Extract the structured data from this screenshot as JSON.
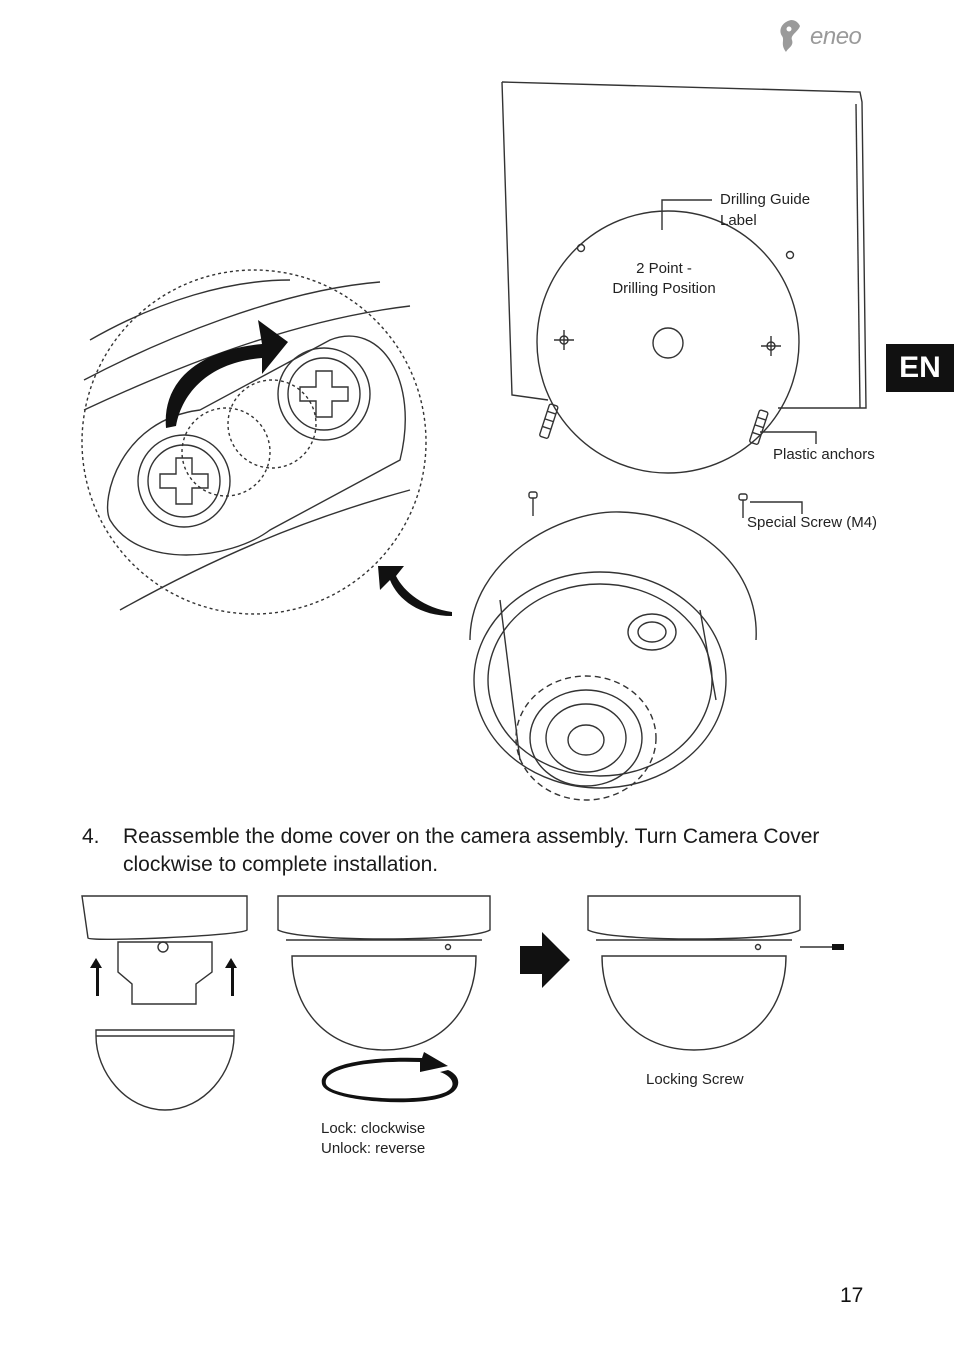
{
  "brand": {
    "logo_text": "eneo"
  },
  "language_tab": "EN",
  "figure_top": {
    "drilling_guide_label": [
      "Drilling Guide",
      "Label"
    ],
    "drilling_position": [
      "2 Point -",
      "Drilling Position"
    ],
    "plastic_anchors": "Plastic anchors",
    "special_screw": "Special Screw (M4)"
  },
  "step": {
    "number": "4.",
    "text": "Reassemble the dome cover on the camera assembly. Turn Camera Cover clockwise to complete installation."
  },
  "figure_bottom": {
    "lock_text": [
      "Lock: clockwise",
      "Unlock: reverse"
    ],
    "locking_screw": "Locking Screw"
  },
  "page_number": "17",
  "icons": {
    "logo": "eneo-logo-icon",
    "rotate": "rotate-arrow-icon",
    "next": "right-arrow-icon",
    "up": "up-arrow-icon"
  }
}
